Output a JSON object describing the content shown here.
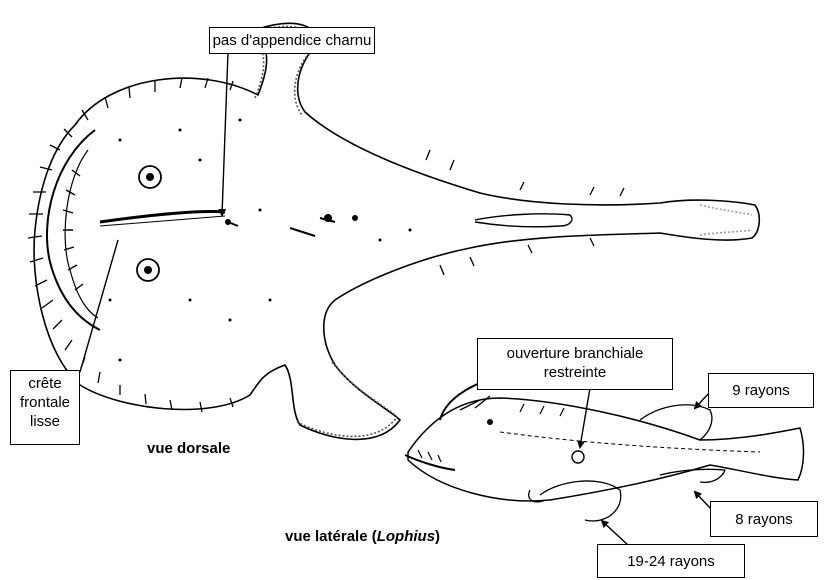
{
  "labels": {
    "no_fleshy_appendage": "pas d'appendice charnu",
    "crest_line1": "crête",
    "crest_line2": "frontale",
    "crest_line3": "lisse",
    "gill_opening_line1": "ouverture branchiale",
    "gill_opening_line2": "restreinte",
    "rays_9": "9 rayons",
    "rays_8": "8 rayons",
    "rays_19_24": "19-24 rayons"
  },
  "captions": {
    "dorsal_view": "vue dorsale",
    "lateral_prefix": "vue latérale (",
    "lateral_genus": "Lophius",
    "lateral_suffix": ")"
  },
  "colors": {
    "ink": "#000000",
    "paper": "#ffffff",
    "stipple": "#9a9a9a"
  }
}
